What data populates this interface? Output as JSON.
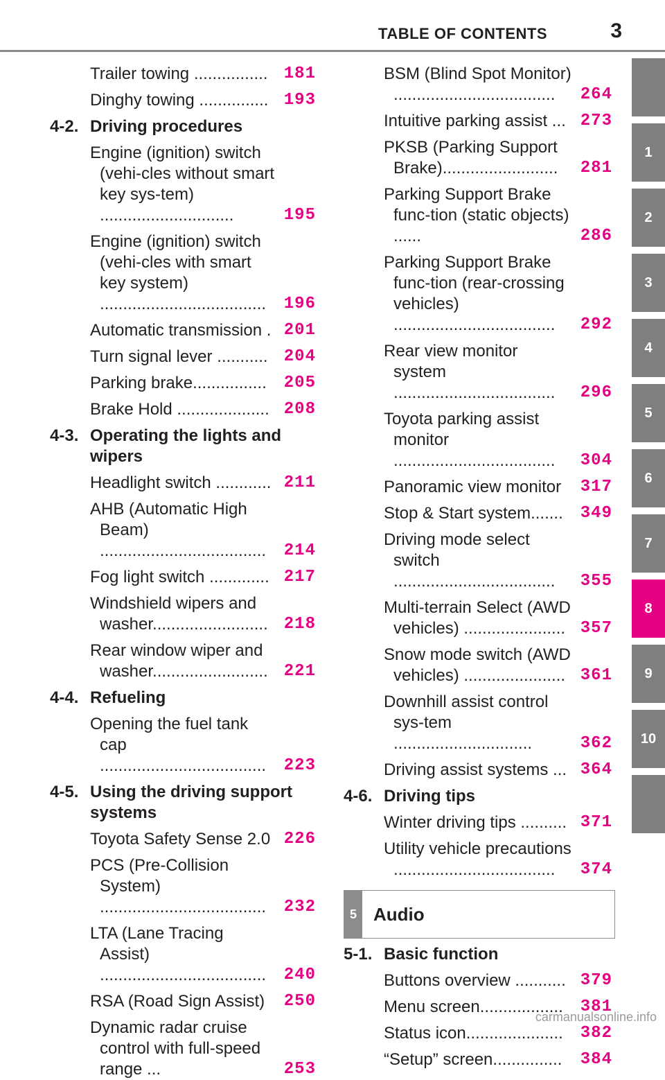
{
  "header": {
    "title": "TABLE OF CONTENTS",
    "page_number": "3"
  },
  "left_column": [
    {
      "type": "entry",
      "text": "Trailer towing ................",
      "page": "181"
    },
    {
      "type": "entry",
      "text": "Dinghy towing ...............",
      "page": "193"
    },
    {
      "type": "section",
      "num": "4-2.",
      "title": "Driving procedures"
    },
    {
      "type": "entry",
      "text": "Engine (ignition) switch (vehi-cles without smart key sys-tem) .............................",
      "page": "195"
    },
    {
      "type": "entry",
      "text": "Engine (ignition) switch (vehi-cles with smart key system) ....................................",
      "page": "196"
    },
    {
      "type": "entry",
      "text": "Automatic transmission .",
      "page": "201"
    },
    {
      "type": "entry",
      "text": "Turn signal lever ...........",
      "page": "204"
    },
    {
      "type": "entry",
      "text": "Parking brake................",
      "page": "205"
    },
    {
      "type": "entry",
      "text": "Brake Hold ....................",
      "page": "208"
    },
    {
      "type": "section",
      "num": "4-3.",
      "title": "Operating the lights and wipers"
    },
    {
      "type": "entry",
      "text": "Headlight switch ............",
      "page": "211"
    },
    {
      "type": "entry",
      "text": "AHB (Automatic High Beam) ....................................",
      "page": "214"
    },
    {
      "type": "entry",
      "text": "Fog light switch .............",
      "page": "217"
    },
    {
      "type": "entry",
      "text": "Windshield wipers and washer.........................",
      "page": "218"
    },
    {
      "type": "entry",
      "text": "Rear window wiper and washer.........................",
      "page": "221"
    },
    {
      "type": "section",
      "num": "4-4.",
      "title": "Refueling"
    },
    {
      "type": "entry",
      "text": "Opening the fuel tank cap ....................................",
      "page": "223"
    },
    {
      "type": "section",
      "num": "4-5.",
      "title": "Using the driving support systems"
    },
    {
      "type": "entry",
      "text": "Toyota Safety Sense 2.0",
      "page": "226"
    },
    {
      "type": "entry",
      "text": "PCS (Pre-Collision System) ....................................",
      "page": "232"
    },
    {
      "type": "entry",
      "text": "LTA (Lane Tracing Assist) ....................................",
      "page": "240"
    },
    {
      "type": "entry",
      "text": "RSA (Road Sign Assist)",
      "page": "250"
    },
    {
      "type": "entry",
      "text": "Dynamic radar cruise control with full-speed range ...",
      "page": "253"
    }
  ],
  "right_column": [
    {
      "type": "entry",
      "text": "BSM (Blind Spot Monitor) ...................................",
      "page": "264"
    },
    {
      "type": "entry",
      "text": "Intuitive parking assist ...",
      "page": "273"
    },
    {
      "type": "entry",
      "text": "PKSB (Parking Support Brake).........................",
      "page": "281"
    },
    {
      "type": "entry",
      "text": "Parking Support Brake func-tion (static objects) ......",
      "page": "286"
    },
    {
      "type": "entry",
      "text": "Parking Support Brake func-tion (rear-crossing vehicles) ...................................",
      "page": "292"
    },
    {
      "type": "entry",
      "text": "Rear view monitor system ...................................",
      "page": "296"
    },
    {
      "type": "entry",
      "text": "Toyota parking assist monitor ...................................",
      "page": "304"
    },
    {
      "type": "entry",
      "text": "Panoramic view monitor",
      "page": "317"
    },
    {
      "type": "entry",
      "text": "Stop & Start system.......",
      "page": "349"
    },
    {
      "type": "entry",
      "text": "Driving mode select switch ...................................",
      "page": "355"
    },
    {
      "type": "entry",
      "text": "Multi-terrain Select (AWD vehicles) ......................",
      "page": "357"
    },
    {
      "type": "entry",
      "text": "Snow mode switch (AWD vehicles) ......................",
      "page": "361"
    },
    {
      "type": "entry",
      "text": "Downhill assist control sys-tem ..............................",
      "page": "362"
    },
    {
      "type": "entry",
      "text": "Driving assist systems ...",
      "page": "364"
    },
    {
      "type": "section",
      "num": "4-6.",
      "title": "Driving tips"
    },
    {
      "type": "entry",
      "text": "Winter driving tips ..........",
      "page": "371"
    },
    {
      "type": "entry",
      "text": "Utility vehicle precautions ...................................",
      "page": "374"
    },
    {
      "type": "chapter",
      "num": "5",
      "title": "Audio"
    },
    {
      "type": "section",
      "num": "5-1.",
      "title": "Basic function"
    },
    {
      "type": "entry",
      "text": "Buttons overview ...........",
      "page": "379"
    },
    {
      "type": "entry",
      "text": "Menu screen..................",
      "page": "381"
    },
    {
      "type": "entry",
      "text": "Status icon.....................",
      "page": "382"
    },
    {
      "type": "entry",
      "text": "“Setup” screen...............",
      "page": "384"
    }
  ],
  "sidebar": {
    "tabs": [
      "",
      "1",
      "2",
      "3",
      "4",
      "5",
      "6",
      "7",
      "8",
      "9",
      "10",
      ""
    ],
    "active": "8"
  },
  "colors": {
    "accent": "#e60083",
    "tab": "#7f7f7f",
    "rule": "#8c8c8c"
  },
  "watermark": "carmanualsonline.info"
}
